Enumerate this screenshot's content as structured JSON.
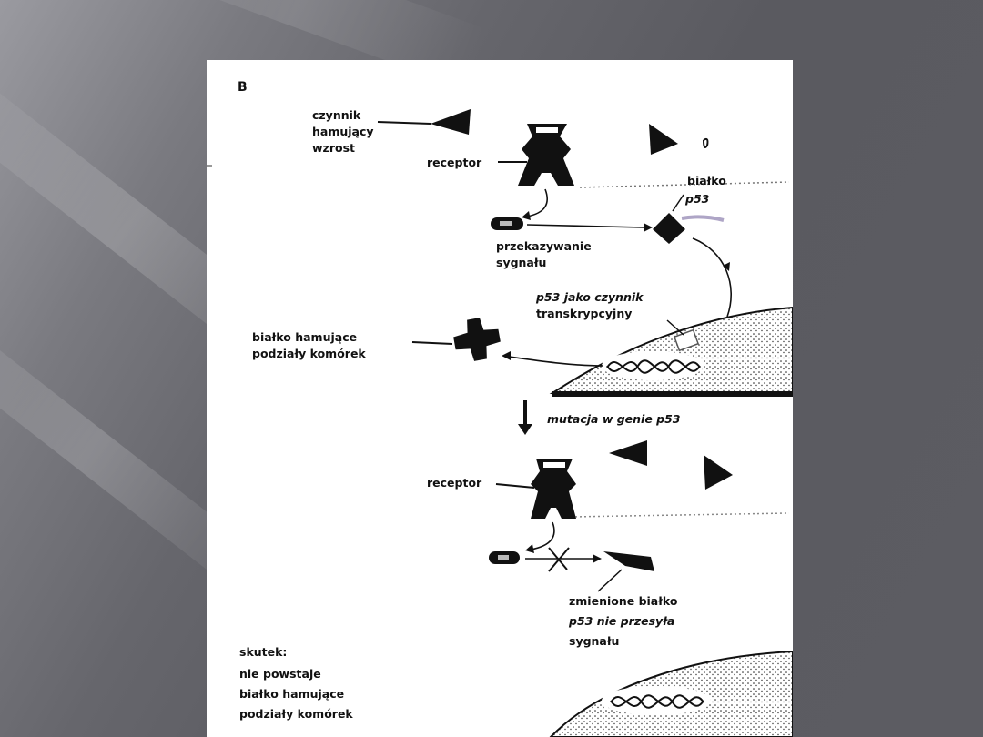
{
  "figure": {
    "panel_letter": "B",
    "labels": {
      "factor_line1": "czynnik",
      "factor_line2": "hamujący",
      "factor_line3": "wzrost",
      "receptor_top": "receptor",
      "protein_p53_line1": "białko",
      "protein_p53_line2": "p53",
      "signal_line1": "przekazywanie",
      "signal_line2": "sygnału",
      "p53_tf_line1": "p53 jako czynnik",
      "p53_tf_line2": "transkrypcyjny",
      "inhibitor_line1": "białko hamujące",
      "inhibitor_line2": "podziały komórek",
      "mutation": "mutacja w genie p53",
      "receptor_bottom": "receptor",
      "changed_line1": "zmienione białko",
      "changed_line2": "p53 nie przesyła",
      "changed_line3": "sygnału",
      "result_line1": "skutek:",
      "result_line2": "nie powstaje",
      "result_line3": "białko hamujące",
      "result_line4": "podziały komórek"
    }
  }
}
